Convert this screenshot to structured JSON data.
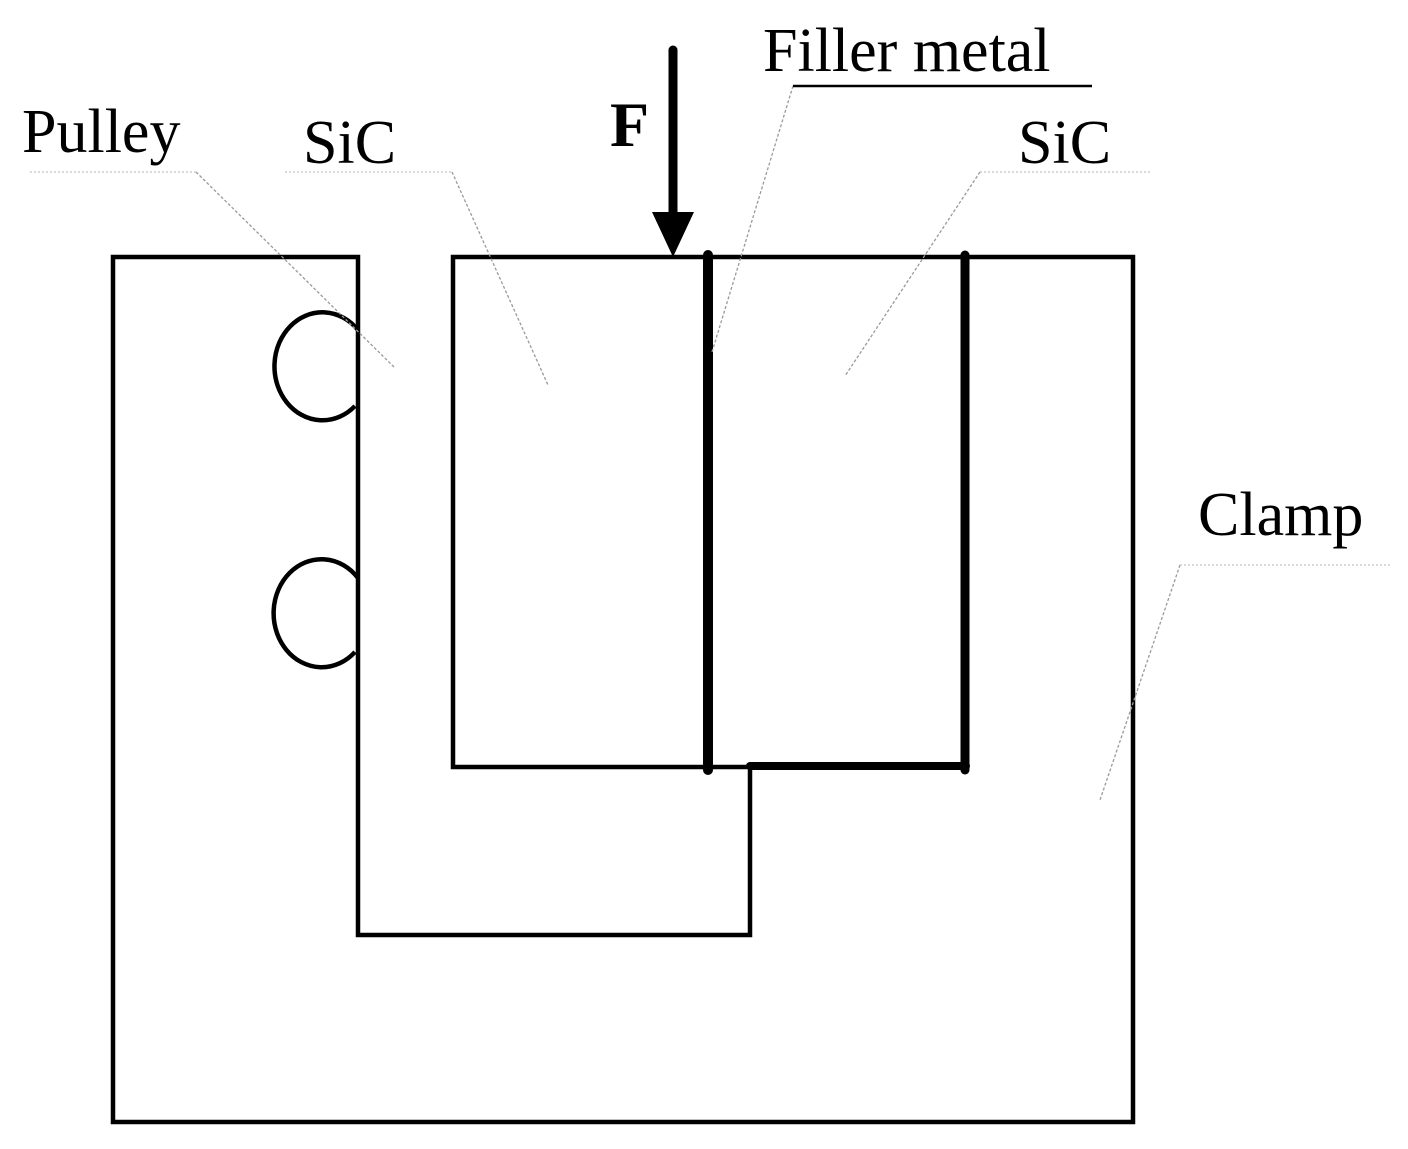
{
  "labels": {
    "pulley": "Pulley",
    "sic_left": "SiC",
    "force": "F",
    "filler_metal": "Filler metal",
    "sic_right": "SiC",
    "clamp": "Clamp"
  },
  "colors": {
    "line": "#000000",
    "leader": "#9a9a9a",
    "background": "#ffffff"
  }
}
